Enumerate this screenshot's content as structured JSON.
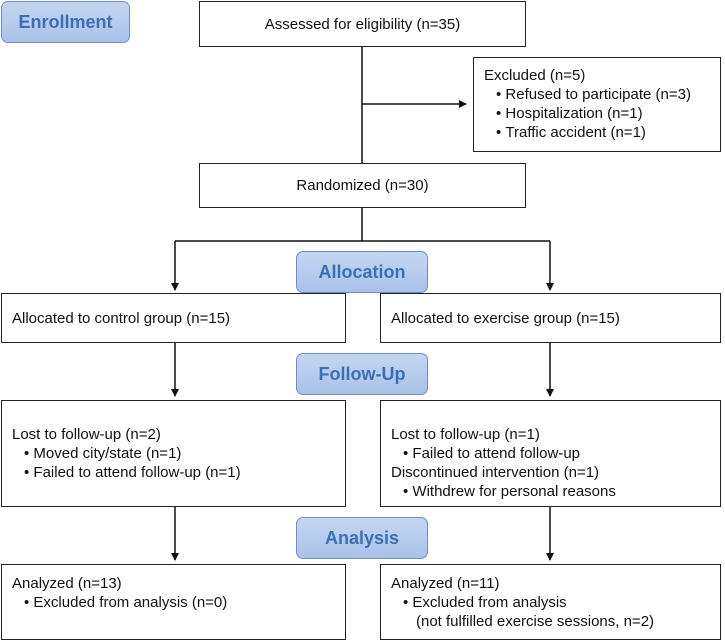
{
  "stages": {
    "enrollment": "Enrollment",
    "allocation": "Allocation",
    "follow_up": "Follow-Up",
    "analysis": "Analysis"
  },
  "assessed": "Assessed for eligibility (n=35)",
  "excluded": {
    "title": "Excluded (n=5)",
    "items": [
      "Refused to participate (n=3)",
      "Hospitalization (n=1)",
      "Traffic accident (n=1)"
    ]
  },
  "randomized": "Randomized (n=30)",
  "control": {
    "allocated": "Allocated to control group (n=15)",
    "follow_up_title": "Lost to follow-up (n=2)",
    "follow_up_items": [
      "Moved city/state (n=1)",
      "Failed to attend follow-up (n=1)"
    ],
    "analysis_title": "Analyzed (n=13)",
    "analysis_items": [
      "Excluded from analysis (n=0)"
    ]
  },
  "exercise": {
    "allocated": "Allocated to exercise group (n=15)",
    "follow_up_title": "Lost to follow-up (n=1)",
    "follow_up_item_1": "Failed to attend follow-up",
    "follow_up_title_2": "Discontinued intervention (n=1)",
    "follow_up_item_2": "Withdrew for personal reasons",
    "analysis_title": "Analyzed (n=11)",
    "analysis_item": "Excluded from analysis",
    "analysis_item_cont": "(not fulfilled exercise sessions, n=2)"
  }
}
